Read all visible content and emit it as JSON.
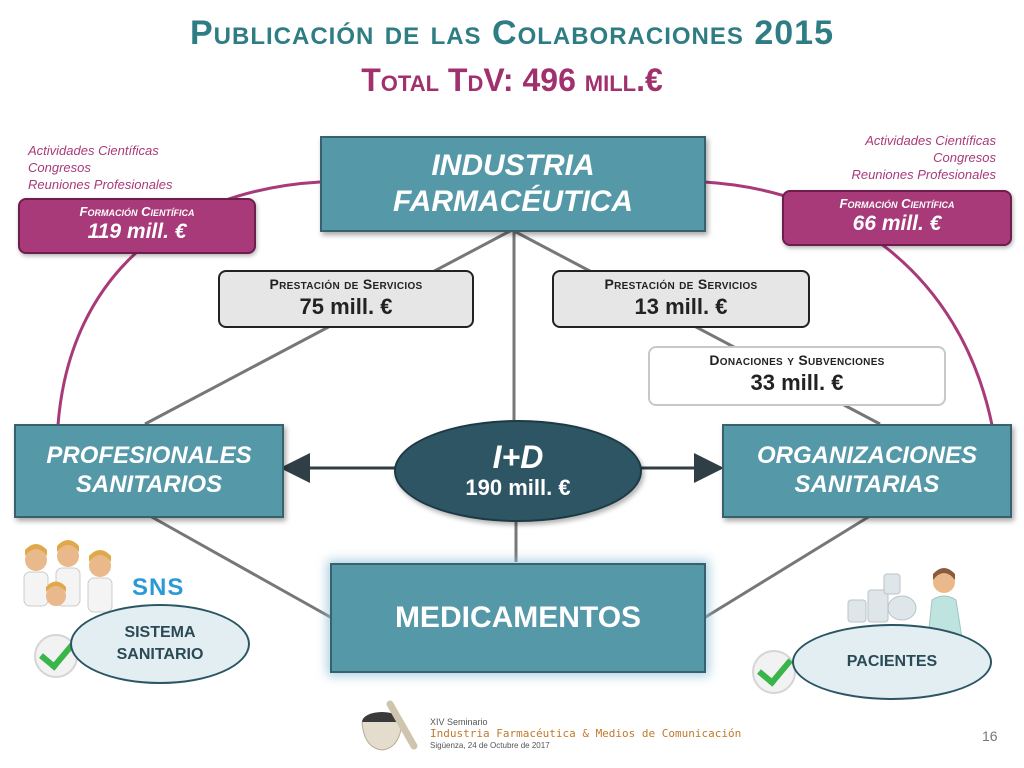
{
  "title": {
    "line1": "Publicación de las Colaboraciones 2015",
    "line2": "Total TdV: 496 mill.€"
  },
  "nodes": {
    "industria": [
      "INDUSTRIA",
      "FARMACÉUTICA"
    ],
    "profesionales": [
      "PROFESIONALES",
      "SANITARIOS"
    ],
    "organizaciones": [
      "ORGANIZACIONES",
      "SANITARIAS"
    ],
    "medicamentos": "MEDICAMENTOS",
    "id": {
      "label": "I+D",
      "value": "190 mill. €"
    }
  },
  "left": {
    "activities": [
      "Actividades Científicas",
      "Congresos",
      "Reuniones Profesionales"
    ],
    "formacion_label": "Formación Científica",
    "formacion_value": "119 mill. €",
    "prestacion_label": "Prestación de Servicios",
    "prestacion_value": "75 mill. €"
  },
  "right": {
    "activities": [
      "Actividades Científicas",
      "Congresos",
      "Reuniones Profesionales"
    ],
    "formacion_label": "Formación Científica",
    "formacion_value": "66 mill. €",
    "prestacion_label": "Prestación de Servicios",
    "prestacion_value": "13 mill. €",
    "donaciones_label": "Donaciones y Subvenciones",
    "donaciones_value": "33 mill. €"
  },
  "ovals": {
    "sistema": [
      "SISTEMA",
      "SANITARIO"
    ],
    "pacientes": "PACIENTES"
  },
  "sns_logo": "SNS",
  "footer": {
    "seminar": "XIV Seminario",
    "event": "Industria Farmacéutica & Medios de Comunicación",
    "place_date": "Sigüenza, 24 de Octubre de 2017",
    "page_number": "16"
  },
  "colors": {
    "teal": "#5598a8",
    "magenta": "#a83a7a",
    "title_teal": "#2e7d84"
  }
}
